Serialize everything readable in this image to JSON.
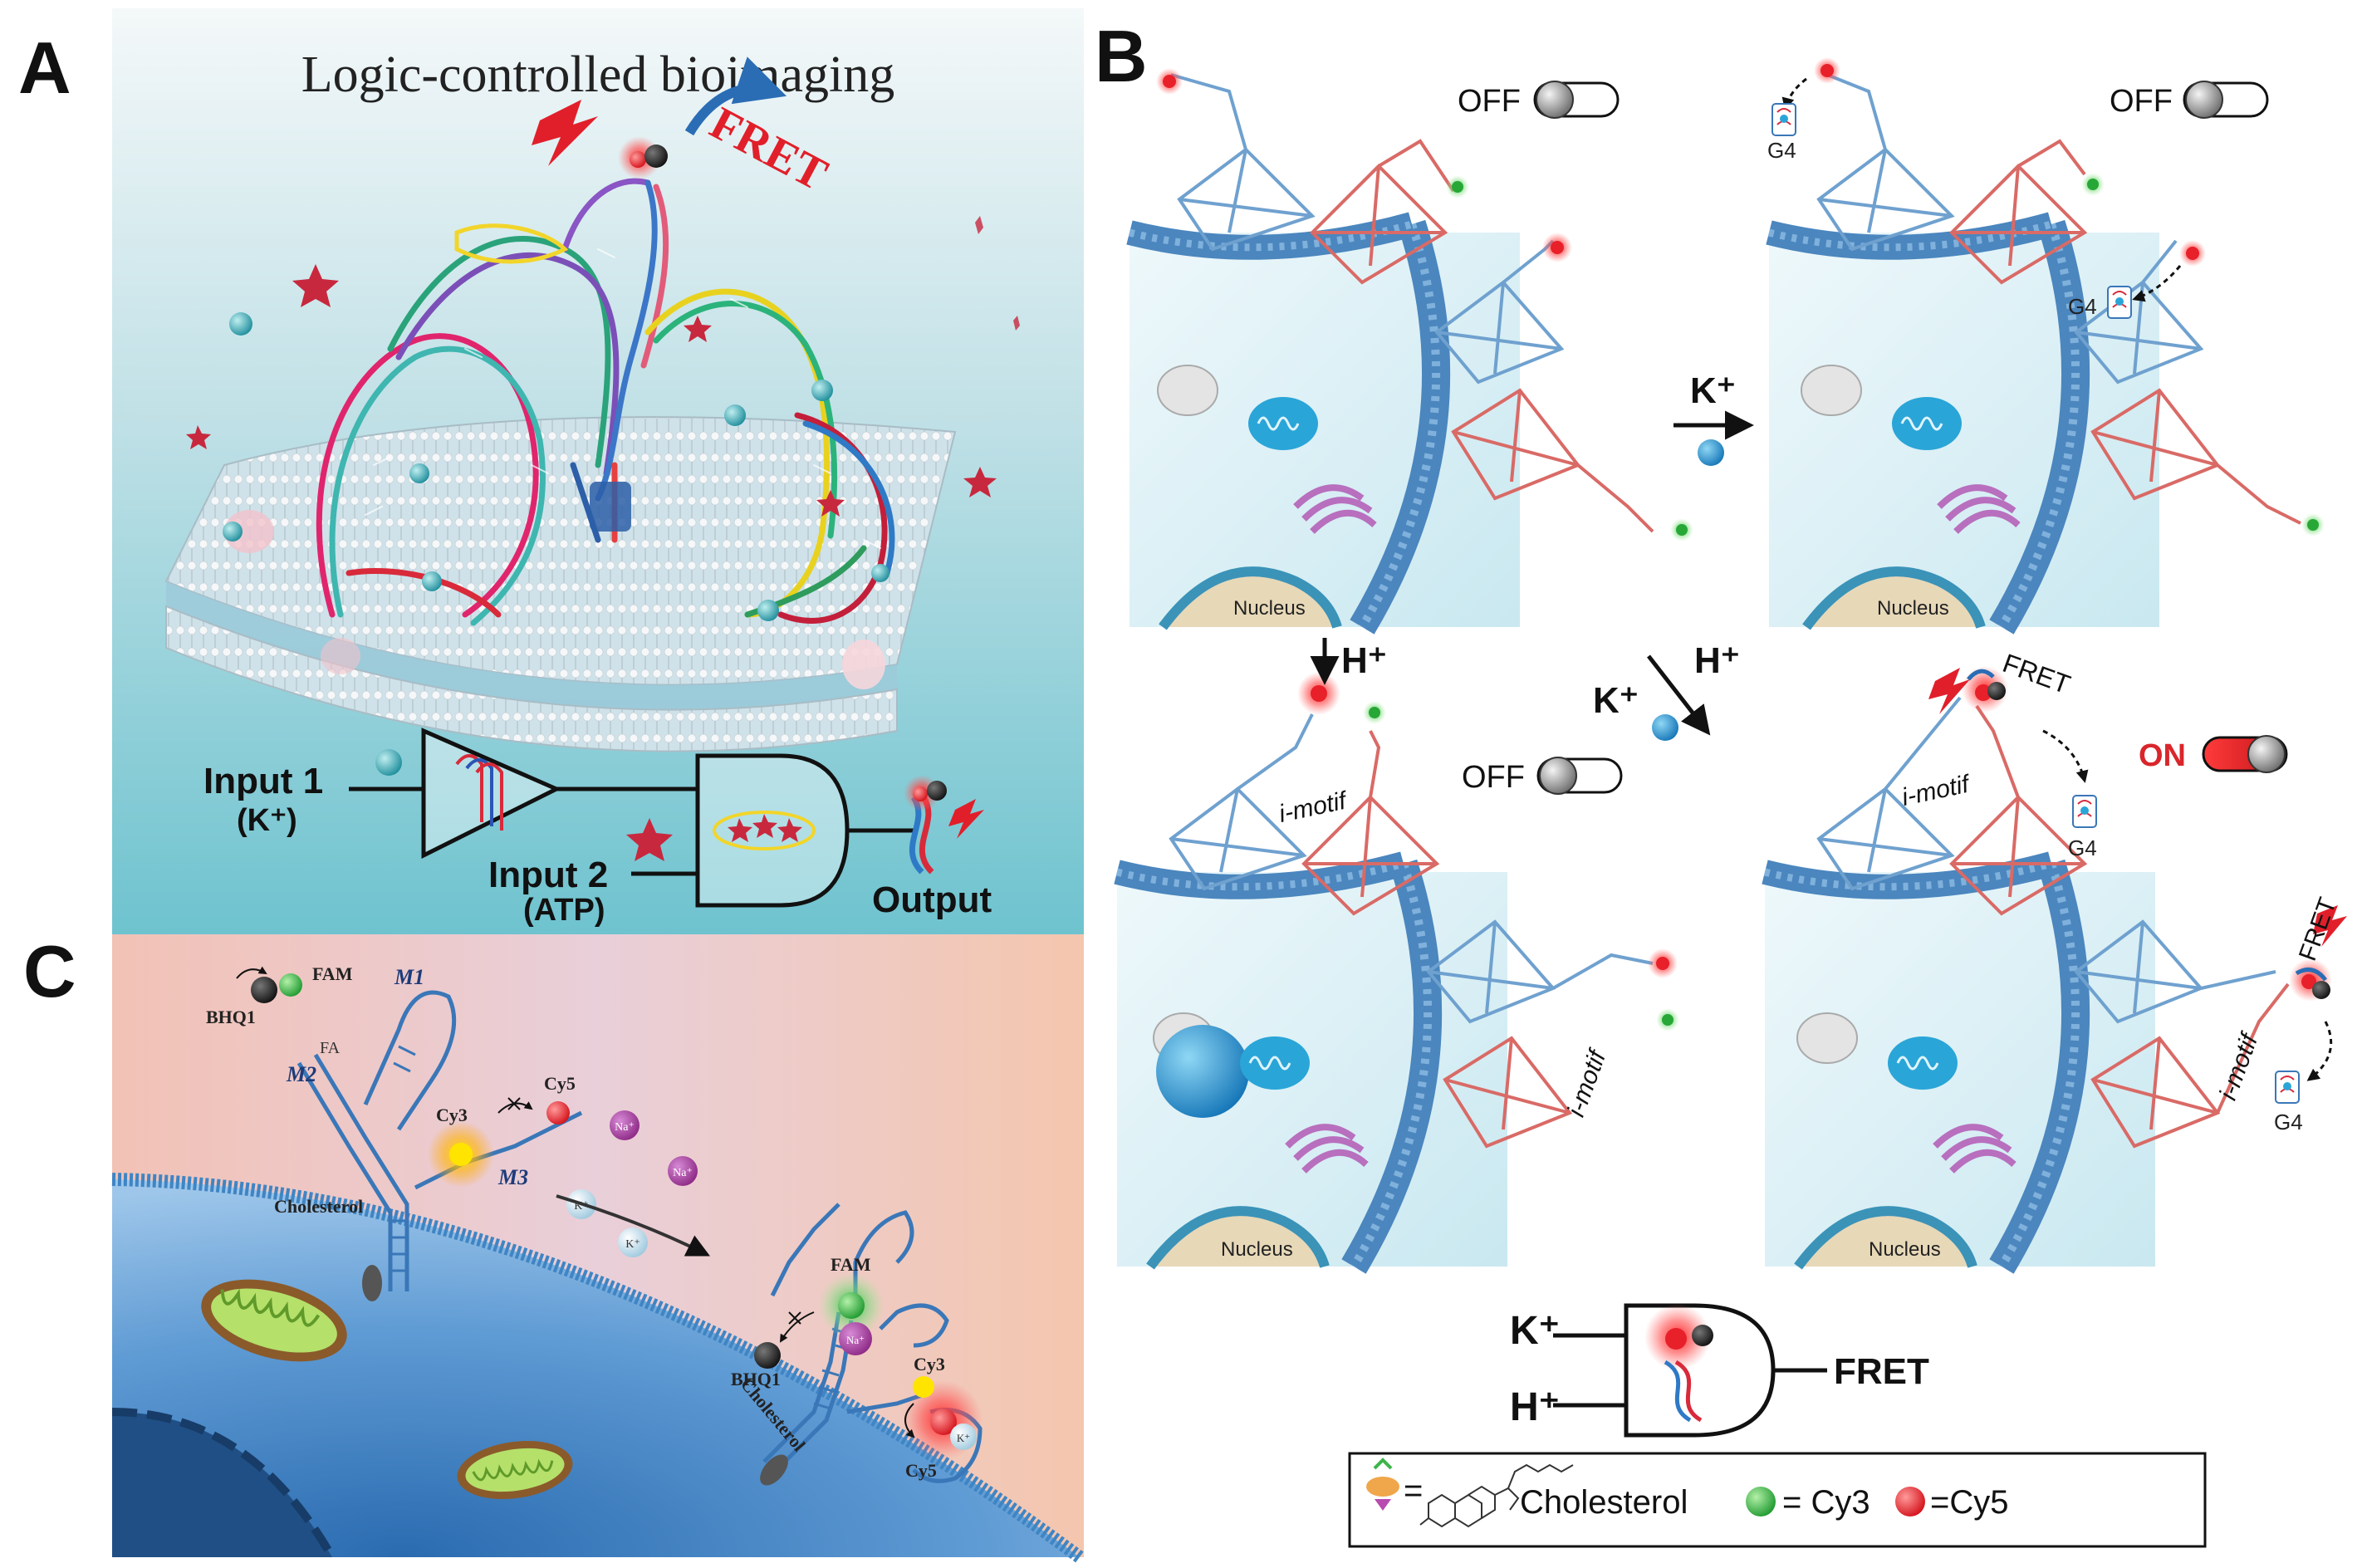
{
  "panel_a": {
    "letter": "A",
    "title": "Logic-controlled bioimaging",
    "fret_label": "FRET",
    "input1_label": "Input 1",
    "input1_sub": "(K⁺)",
    "input2_label": "Input 2",
    "input2_sub": "(ATP)",
    "output_label": "Output"
  },
  "panel_b": {
    "letter": "B",
    "states": [
      "OFF",
      "OFF",
      "OFF",
      "ON"
    ],
    "k_arrow": "K⁺",
    "h_arrow": "H⁺",
    "diag_k": "K⁺",
    "diag_h": "H⁺",
    "g4": "G4",
    "imotif": "i-motif",
    "nucleus": "Nucleus",
    "fret": "FRET",
    "gate_in1": "K⁺",
    "gate_in2": "H⁺",
    "gate_out": "FRET",
    "legend": {
      "cholesterol": "Cholesterol",
      "cy3": "= Cy3",
      "cy5": "=Cy5"
    }
  },
  "panel_c": {
    "letter": "C",
    "fam": "FAM",
    "bhq1": "BHQ1",
    "m1": "M1",
    "m2": "M2",
    "m3": "M3",
    "fa": "FA",
    "cy3": "Cy3",
    "cy5": "Cy5",
    "cholesterol": "Cholesterol",
    "na": "Na⁺",
    "k": "K⁺"
  },
  "colors": {
    "cy3": "#3bb54a",
    "cy5": "#e8202a",
    "membrane": "#3f7fb5",
    "on": "#d9262b"
  }
}
